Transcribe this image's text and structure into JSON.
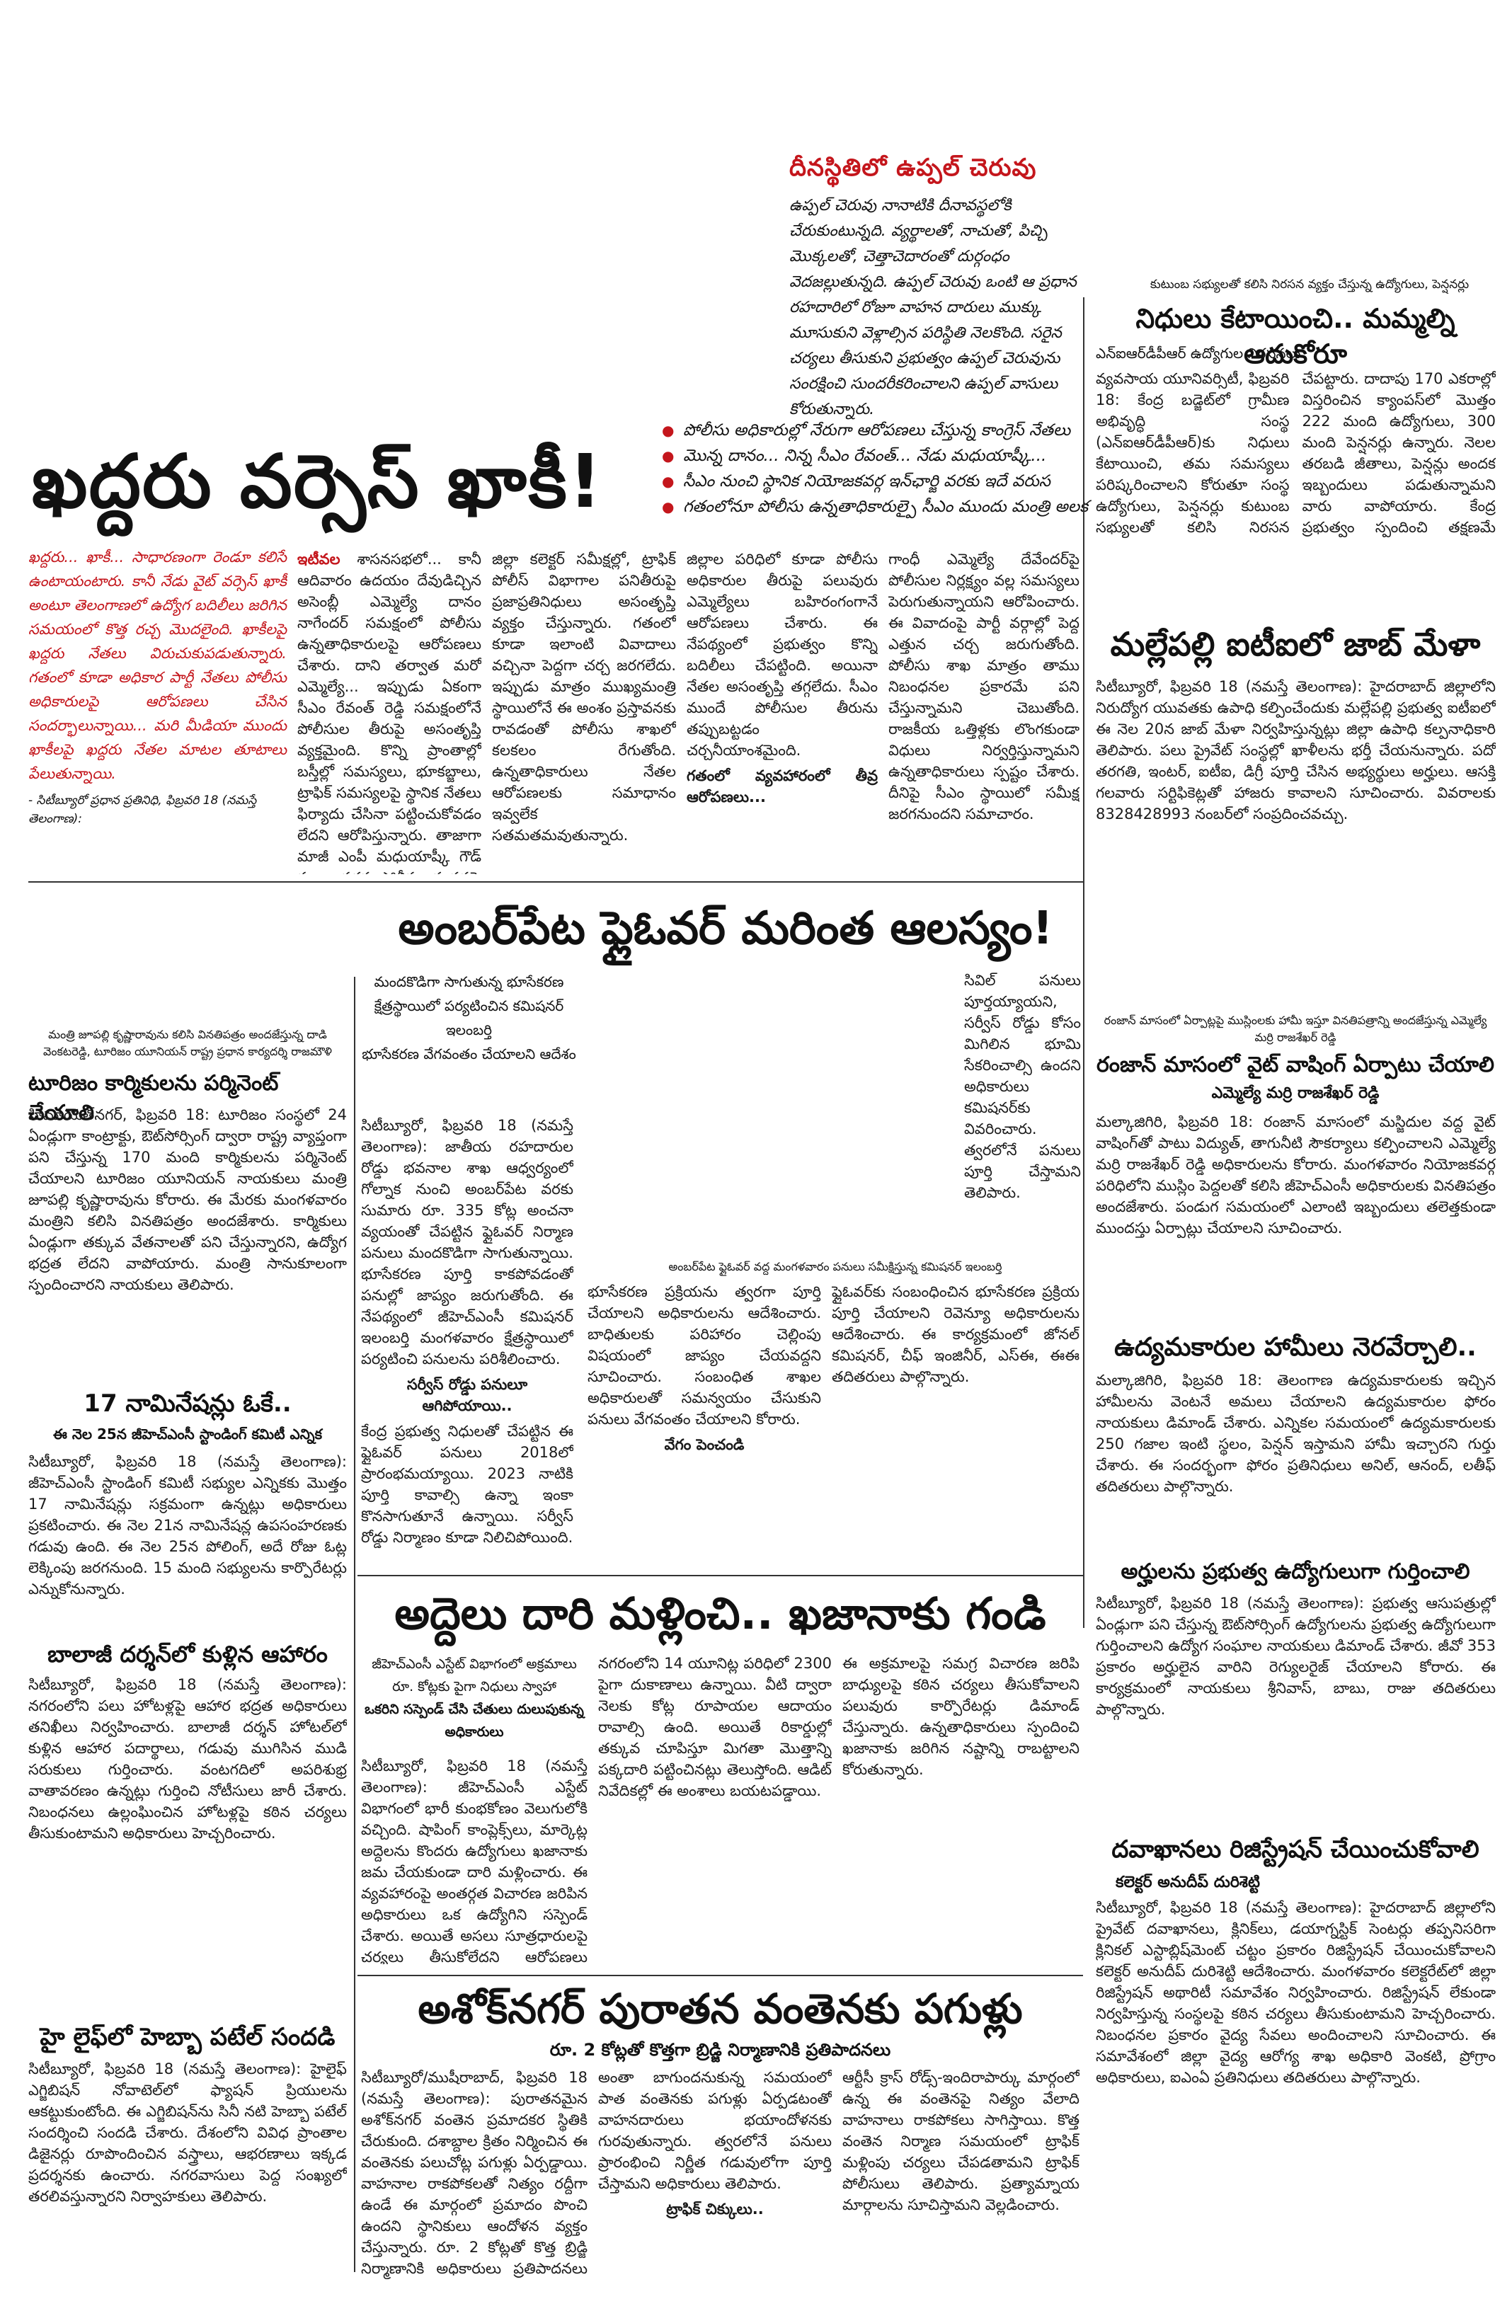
{
  "uppal": {
    "headline": "దీనస్థితిలో ఉప్పల్ చెరువు",
    "body": "ఉప్పల్ చెరువు నానాటికి దీనావస్థలోకి చేరుకుంటున్నది. వ్యర్థాలతో, నాచుతో, పిచ్చి మొక్కలతో, చెత్తాచెదారంతో దుర్గంధం వెదజల్లుతున్నది. ఉప్పల్ చెరువు ఒంటి ఆ ప్రధాన రహదారిలో రోజూ వాహన దారులు ముక్కు మూసుకుని వెళ్లాల్సిన పరిస్థితి నెలకొంది. సరైన చర్యలు తీసుకుని ప్రభుత్వం ఉప్పల్ చెరువును సంరక్షించి సుందరీకరించాలని ఉప్పల్ వాసులు కోరుతున్నారు."
  },
  "khaki": {
    "headline": "ఖద్దరు వర్సెస్ ఖాకీ!",
    "bullets": [
      "పోలీసు అధికారుల్లో నేరుగా ఆరోపణలు చేస్తున్న కాంగ్రెస్ నేతలు",
      "మొన్న దానం... నిన్న సీఎం రేవంత్... నేడు మధుయాష్కీ...",
      "సీఎం నుంచి స్థానిక నియోజకవర్గ ఇన్‌ఛార్జి వరకు ఇదే వరుస",
      "గతంలోనూ పోలీసు ఉన్నతాధికారుల్పై సీఎం ముందు మంత్రి అలక"
    ],
    "intro": "ఖద్దరు... ఖాకీ... సాధారణంగా రెండూ కలిసే ఉంటాయంటారు. కానీ నేడు వైట్ వర్సెస్ ఖాకీ అంటూ తెలంగాణలో ఉద్యోగ బదిలీలు జరిగిన సమయంలో కొత్త రచ్చ మొదలైంది. ఖాకీలపై ఖద్దరు నేతలు విరుచుకుపడుతున్నారు. గతంలో కూడా అధికార పార్టీ నేతలు పోలీసు అధికారులపై ఆరోపణలు చేసిన సందర్భాలున్నాయి... మరి మీడియా ముందు ఖాకీలపై ఖద్దరు నేతల మాటల తూటాలు పేలుతున్నాయి.",
    "dateline": "- సిటీబ్యూరో ప్రధాన ప్రతినిధి, ఫిబ్రవరి 18 (నమస్తే తెలంగాణ):",
    "lead": "ఇటీవల",
    "col1": "శాసనసభలో... కానీ ఆదివారం ఉదయం దేవుడిచ్చిన అసెంబ్లీ ఎమ్మెల్యే దానం నాగేందర్ సమక్షంలో పోలీసు ఉన్నతాధికారులపై ఆరోపణలు చేశారు. దాని తర్వాత మరో ఎమ్మెల్యే... ఇప్పుడు ఏకంగా సీఎం రేవంత్ రెడ్డి సమక్షంలోనే పోలీసుల తీరుపై అసంతృప్తి వ్యక్తమైంది. కొన్ని ప్రాంతాల్లో బస్తీల్లో సమస్యలు, భూకబ్జాలు, ట్రాఫిక్ సమస్యలపై స్థానిక నేతలు ఫిర్యాదు చేసినా పట్టించుకోవడం లేదని ఆరోపిస్తున్నారు. తాజాగా మాజీ ఎంపీ మధుయాష్కీ గౌడ్ కూడా నగర పోలీసు వ్యవస్థపై తీవ్ర వ్యాఖ్యలు చేశారు.",
    "col2": "జిల్లా కలెక్టర్ సమీక్షల్లో, ట్రాఫిక్ పోలీస్ విభాగాల పనితీరుపై ప్రజాప్రతినిధులు అసంతృప్తి వ్యక్తం చేస్తున్నారు. గతంలో కూడా ఇలాంటి వివాదాలు వచ్చినా పెద్దగా చర్చ జరగలేదు. ఇప్పుడు మాత్రం ముఖ్యమంత్రి స్థాయిలోనే ఈ అంశం ప్రస్తావనకు రావడంతో పోలీసు శాఖలో కలకలం రేగుతోంది. ఉన్నతాధికారులు నేతల ఆరోపణలకు సమాధానం ఇవ్వలేక సతమతమవుతున్నారు.",
    "subhead": "గతంలో వ్యవహారంలో తీవ్ర ఆరోపణలు...",
    "col3": "జిల్లాల పరిధిలో కూడా పోలీసు అధికారుల తీరుపై పలువురు ఎమ్మెల్యేలు బహిరంగంగానే ఆరోపణలు చేశారు. ఈ నేపథ్యంలో ప్రభుత్వం కొన్ని బదిలీలు చేపట్టింది. అయినా నేతల అసంతృప్తి తగ్గలేదు. సీఎం ముందే పోలీసుల తీరును తప్పుబట్టడం చర్చనీయాంశమైంది.",
    "col4": "గాంధీ ఎమ్మెల్యే దేవేందర్‌పై పోలీసుల నిర్లక్ష్యం వల్ల సమస్యలు పెరుగుతున్నాయని ఆరోపించారు. ఈ వివాదంపై పార్టీ వర్గాల్లో పెద్ద ఎత్తున చర్చ జరుగుతోంది. పోలీసు శాఖ మాత్రం తాము నిబంధనల ప్రకారమే పని చేస్తున్నామని చెబుతోంది. రాజకీయ ఒత్తిళ్లకు లొంగకుండా విధులు నిర్వర్తిస్తున్నామని ఉన్నతాధికారులు స్పష్టం చేశారు. దీనిపై సీఎం స్థాయిలో సమీక్ష జరగనుందని సమాచారం."
  },
  "funds": {
    "caption": "కుటుంబ సభ్యులతో కలిసి నిరసన వ్యక్తం చేస్తున్న ఉద్యోగులు, పెన్షనర్లు",
    "headline": "నిధులు కేటాయించి.. మమ్మల్ని ఆదుకోరూ",
    "subhead": "ఎన్‌ఐఆర్‌డీపీఆర్ ఉద్యోగుల నిరసనలు",
    "body": "వ్యవసాయ యూనివర్సిటీ, ఫిబ్రవరి 18: కేంద్ర బడ్జెట్‌లో గ్రామీణ అభివృద్ధి సంస్థ (ఎన్‌ఐఆర్‌డీపీఆర్)కు నిధులు కేటాయించి, తమ సమస్యలు పరిష్కరించాలని కోరుతూ సంస్థ ఉద్యోగులు, పెన్షనర్లు కుటుంబ సభ్యులతో కలిసి నిరసన చేపట్టారు. దాదాపు 170 ఎకరాల్లో విస్తరించిన క్యాంపస్‌లో మొత్తం 222 మంది ఉద్యోగులు, 300 మంది పెన్షనర్లు ఉన్నారు. నెలల తరబడి జీతాలు, పెన్షన్లు అందక ఇబ్బందులు పడుతున్నామని వారు వాపోయారు. కేంద్ర ప్రభుత్వం స్పందించి తక్షణమే నిధులు విడుదల చేయాలని డిమాండ్ చేశారు. కార్యక్రమంలో ఉద్యోగ సంఘాల నేతలు పాల్గొన్నారు."
  },
  "iti": {
    "headline": "మల్లేపల్లి ఐటీఐలో జాబ్ మేళా",
    "body": "సిటీబ్యూరో, ఫిబ్రవరి 18 (నమస్తే తెలంగాణ): హైదరాబాద్ జిల్లాలోని నిరుద్యోగ యువతకు ఉపాధి కల్పించేందుకు మల్లేపల్లి ప్రభుత్వ ఐటీఐలో ఈ నెల 20న జాబ్ మేళా నిర్వహిస్తున్నట్లు జిల్లా ఉపాధి కల్పనాధికారి తెలిపారు. పలు ప్రైవేట్ సంస్థల్లో ఖాళీలను భర్తీ చేయనున్నారు. పదో తరగతి, ఇంటర్, ఐటీఐ, డిగ్రీ పూర్తి చేసిన అభ్యర్థులు అర్హులు. ఆసక్తి గలవారు సర్టిఫికెట్లతో హాజరు కావాలని సూచించారు. వివరాలకు 8328428993 నంబర్‌లో సంప్రదించవచ్చు."
  },
  "amberpet": {
    "headline": "అంబర్‌పేట ఫ్లైఓవర్ మరింత ఆలస్యం!",
    "points": [
      "మందకొడిగా సాగుతున్న భూసేకరణ",
      "క్షేత్రస్థాయిలో పర్యటించిన కమిషనర్ ఇలంబర్తి",
      "భూసేకరణ వేగవంతం చేయాలని ఆదేశం"
    ],
    "caption": "అంబర్‌పేట ఫ్లైఓవర్ వద్ద మంగళవారం పనులు సమీక్షిస్తున్న కమిషనర్ ఇలంబర్తి",
    "body1": "సిటీబ్యూరో, ఫిబ్రవరి 18 (నమస్తే తెలంగాణ): జాతీయ రహదారుల రోడ్డు భవనాల శాఖ ఆధ్వర్యంలో గోల్నాక నుంచి అంబర్‌పేట వరకు సుమారు రూ. 335 కోట్ల అంచనా వ్యయంతో చేపట్టిన ఫ్లైఓవర్ నిర్మాణ పనులు మందకొడిగా సాగుతున్నాయి. భూసేకరణ పూర్తి కాకపోవడంతో పనుల్లో జాప్యం జరుగుతోంది. ఈ నేపథ్యంలో జీహెచ్‌ఎంసీ కమిషనర్ ఇలంబర్తి మంగళవారం క్షేత్రస్థాయిలో పర్యటించి పనులను పరిశీలించారు.",
    "subhead1": "సర్వీస్ రోడ్డు పనులూ ఆగిపోయాయి..",
    "body2": "కేంద్ర ప్రభుత్వ నిధులతో చేపట్టిన ఈ ఫ్లైఓవర్ పనులు 2018లో ప్రారంభమయ్యాయి. 2023 నాటికి పూర్తి కావాల్సి ఉన్నా ఇంకా కొనసాగుతూనే ఉన్నాయి. సర్వీస్ రోడ్డు నిర్మాణం కూడా నిలిచిపోయింది.",
    "body3": "భూసేకరణ ప్రక్రియను త్వరగా పూర్తి చేయాలని అధికారులను ఆదేశించారు. బాధితులకు పరిహారం చెల్లింపు విషయంలో జాప్యం చేయవద్దని సూచించారు. సంబంధిత శాఖల అధికారులతో సమన్వయం చేసుకుని పనులు వేగవంతం చేయాలని కోరారు.",
    "subhead2": "వేగం పెంచండి",
    "body4": "ఫ్లైఓవర్‌కు సంబంధించిన భూసేకరణ ప్రక్రియ పూర్తి చేయాలని రెవెన్యూ అధికారులను ఆదేశించారు. ఈ కార్యక్రమంలో జోనల్ కమిషనర్, చీఫ్ ఇంజినీర్, ఎస్‌ఈ, ఈఈ తదితరులు పాల్గొన్నారు.",
    "body5": "సివిల్ పనులు పూర్తయ్యాయని, సర్వీస్ రోడ్డు కోసం మిగిలిన భూమి సేకరించాల్సి ఉందని అధికారులు కమిషనర్‌కు వివరించారు. త్వరలోనే పనులు పూర్తి చేస్తామని తెలిపారు."
  },
  "tourism": {
    "caption": "మంత్రి జూపల్లి కృష్ణారావును కలిసి వినతిపత్రం అందజేస్తున్న దాడి వెంకటరెడ్డి, టూరిజం యూనియన్ రాష్ట్ర ప్రధాన కార్యదర్శి రాజమౌళి",
    "headline": "టూరిజం కార్మికులను పర్మినెంట్ చేయాలి",
    "body": "హిమాయత్‌నగర్, ఫిబ్రవరి 18: టూరిజం సంస్థలో 24 ఏండ్లుగా కాంట్రాక్టు, ఔట్‌సోర్సింగ్ ద్వారా రాష్ట్ర వ్యాప్తంగా పని చేస్తున్న 170 మంది కార్మికులను పర్మినెంట్ చేయాలని టూరిజం యూనియన్ నాయకులు మంత్రి జూపల్లి కృష్ణారావును కోరారు. ఈ మేరకు మంగళవారం మంత్రిని కలిసి వినతిపత్రం అందజేశారు. కార్మికులు ఏండ్లుగా తక్కువ వేతనాలతో పని చేస్తున్నారని, ఉద్యోగ భద్రత లేదని వాపోయారు. మంత్రి సానుకూలంగా స్పందించారని నాయకులు తెలిపారు."
  },
  "nominations": {
    "headline": "17 నామినేషన్లు ఓకే..",
    "subhead": "ఈ నెల 25న జీహెచ్‌ఎంసీ స్టాండింగ్ కమిటీ ఎన్నిక",
    "body": "సిటీబ్యూరో, ఫిబ్రవరి 18 (నమస్తే తెలంగాణ): జీహెచ్‌ఎంసీ స్టాండింగ్ కమిటీ సభ్యుల ఎన్నికకు మొత్తం 17 నామినేషన్లు సక్రమంగా ఉన్నట్లు అధికారులు ప్రకటించారు. ఈ నెల 21న నామినేషన్ల ఉపసంహరణకు గడువు ఉంది. ఈ నెల 25న పోలింగ్, అదే రోజు ఓట్ల లెక్కింపు జరగనుంది. 15 మంది సభ్యులను కార్పొరేటర్లు ఎన్నుకోనున్నారు."
  },
  "balaji": {
    "headline": "బాలాజీ దర్శన్‌లో కుళ్లిన ఆహారం",
    "body": "సిటీబ్యూరో, ఫిబ్రవరి 18 (నమస్తే తెలంగాణ): నగరంలోని పలు హోటళ్లపై ఆహార భద్రత అధికారులు తనిఖీలు నిర్వహించారు. బాలాజీ దర్శన్ హోటల్‌లో కుళ్లిన ఆహార పదార్థాలు, గడువు ముగిసిన ముడి సరుకులు గుర్తించారు. వంటగదిలో అపరిశుభ్ర వాతావరణం ఉన్నట్లు గుర్తించి నోటీసులు జారీ చేశారు. నిబంధనలు ఉల్లంఘించిన హోటళ్లపై కఠిన చర్యలు తీసుకుంటామని అధికారులు హెచ్చరించారు."
  },
  "heba": {
    "headline": "హై లైఫ్‌లో హెబ్బా పటేల్ సందడి",
    "body": "సిటీబ్యూరో, ఫిబ్రవరి 18 (నమస్తే తెలంగాణ): హైలైఫ్ ఎగ్జిబిషన్ నోవాటెల్‌లో ఫ్యాషన్ ప్రియులను ఆకట్టుకుంటోంది. ఈ ఎగ్జిబిషన్‌ను సినీ నటి హెబ్బా పటేల్ సందర్శించి సందడి చేశారు. దేశంలోని వివిధ ప్రాంతాల డిజైనర్లు రూపొందించిన వస్త్రాలు, ఆభరణాలు ఇక్కడ ప్రదర్శనకు ఉంచారు. నగరవాసులు పెద్ద సంఖ్యలో తరలివస్తున్నారని నిర్వాహకులు తెలిపారు."
  },
  "addelu": {
    "headline": "అద్దెలు దారి మళ్లించి.. ఖజానాకు గండి",
    "points": [
      "జీహెచ్‌ఎంసీ ఎస్టేట్ విభాగంలో అక్రమాలు",
      "రూ. కోట్లకు పైగా నిధులు స్వాహా",
      "ఒకరిని సస్పెండ్ చేసి చేతులు దులుపుకున్న అధికారులు"
    ],
    "body": "సిటీబ్యూరో, ఫిబ్రవరి 18 (నమస్తే తెలంగాణ): జీహెచ్‌ఎంసీ ఎస్టేట్ విభాగంలో భారీ కుంభకోణం వెలుగులోకి వచ్చింది. షాపింగ్ కాంప్లెక్స్‌లు, మార్కెట్ల అద్దెలను కొందరు ఉద్యోగులు ఖజానాకు జమ చేయకుండా దారి మళ్లించారు. ఈ వ్యవహారంపై అంతర్గత విచారణ జరిపిన అధికారులు ఒక ఉద్యోగిని సస్పెండ్ చేశారు. అయితే అసలు సూత్రధారులపై చర్యలు తీసుకోలేదని ఆరోపణలు వినిపిస్తున్నాయి.",
    "body2": "నగరంలోని 14 యూనిట్ల పరిధిలో 2300 పైగా దుకాణాలు ఉన్నాయి. వీటి ద్వారా నెలకు కోట్ల రూపాయల ఆదాయం రావాల్సి ఉంది. అయితే రికార్డుల్లో తక్కువ చూపిస్తూ మిగతా మొత్తాన్ని పక్కదారి పట్టించినట్లు తెలుస్తోంది. ఆడిట్ నివేదికల్లో ఈ అంశాలు బయటపడ్డాయి.",
    "body3": "ఈ అక్రమాలపై సమగ్ర విచారణ జరిపి బాధ్యులపై కఠిన చర్యలు తీసుకోవాలని పలువురు కార్పొరేటర్లు డిమాండ్ చేస్తున్నారు. ఉన్నతాధికారులు స్పందించి ఖజానాకు జరిగిన నష్టాన్ని రాబట్టాలని కోరుతున్నారు."
  },
  "ashok": {
    "headline": "అశోక్‌నగర్ పురాతన వంతెనకు పగుళ్లు",
    "subhead": "రూ. 2 కోట్లతో కొత్తగా బ్రిడ్జి నిర్మాణానికి ప్రతిపాదనలు",
    "body": "సిటీబ్యూరో/ముషీరాబాద్, ఫిబ్రవరి 18 (నమస్తే తెలంగాణ): పురాతనమైన అశోక్‌నగర్ వంతెన ప్రమాదకర స్థితికి చేరుకుంది. దశాబ్దాల క్రితం నిర్మించిన ఈ వంతెనకు పలుచోట్ల పగుళ్లు ఏర్పడ్డాయి. వాహనాల రాకపోకలతో నిత్యం రద్దీగా ఉండే ఈ మార్గంలో ప్రమాదం పొంచి ఉందని స్థానికులు ఆందోళన వ్యక్తం చేస్తున్నారు. రూ. 2 కోట్లతో కొత్త బ్రిడ్జి నిర్మాణానికి అధికారులు ప్రతిపాదనలు సిద్ధం చేశారు.",
    "body2": "అంతా బాగుందనుకున్న సమయంలో పాత వంతెనకు పగుళ్లు ఏర్పడటంతో వాహనదారులు భయాందోళనకు గురవుతున్నారు. త్వరలోనే పనులు ప్రారంభించి నిర్ణీత గడువులోగా పూర్తి చేస్తామని అధికారులు తెలిపారు.",
    "subhead2": "ట్రాఫిక్ చిక్కులు..",
    "body3": "ఆర్టీసీ క్రాస్ రోడ్స్-ఇందిరాపార్కు మార్గంలో ఉన్న ఈ వంతెనపై నిత్యం వేలాది వాహనాలు రాకపోకలు సాగిస్తాయి. కొత్త వంతెన నిర్మాణ సమయంలో ట్రాఫిక్ మళ్లింపు చర్యలు చేపడతామని ట్రాఫిక్ పోలీసులు తెలిపారు. ప్రత్యామ్నాయ మార్గాలను సూచిస్తామని వెల్లడించారు."
  },
  "ranjan": {
    "caption": "రంజాన్ మాసంలో ఏర్పాట్లపై ముస్లింలకు హామీ ఇస్తూ వినతిపత్రాన్ని అందజేస్తున్న ఎమ్మెల్యే మర్రి రాజశేఖర్ రెడ్డి",
    "headline": "రంజాన్ మాసంలో వైట్ వాషింగ్ ఏర్పాటు చేయాలి",
    "subhead": "ఎమ్మెల్యే మర్రి రాజశేఖర్ రెడ్డి",
    "body": "మల్కాజిగిరి, ఫిబ్రవరి 18: రంజాన్ మాసంలో మస్జిదుల వద్ద వైట్ వాషింగ్‌తో పాటు విద్యుత్, తాగునీటి సౌకర్యాలు కల్పించాలని ఎమ్మెల్యే మర్రి రాజశేఖర్ రెడ్డి అధికారులను కోరారు. మంగళవారం నియోజకవర్గ పరిధిలోని ముస్లిం పెద్దలతో కలిసి జీహెచ్‌ఎంసీ అధికారులకు వినతిపత్రం అందజేశారు. పండుగ సమయంలో ఎలాంటి ఇబ్బందులు తలెత్తకుండా ముందస్తు ఏర్పాట్లు చేయాలని సూచించారు."
  },
  "udyama": {
    "headline": "ఉద్యమకారుల హామీలు నెరవేర్చాలి..",
    "body": "మల్కాజిగిరి, ఫిబ్రవరి 18: తెలంగాణ ఉద్యమకారులకు ఇచ్చిన హామీలను వెంటనే అమలు చేయాలని ఉద్యమకారుల ఫోరం నాయకులు డిమాండ్ చేశారు. ఎన్నికల సమయంలో ఉద్యమకారులకు 250 గజాల ఇంటి స్థలం, పెన్షన్ ఇస్తామని హామీ ఇచ్చారని గుర్తు చేశారు. ఈ సందర్భంగా ఫోరం ప్రతినిధులు అనిల్, ఆనంద్, లతీఫ్ తదితరులు పాల్గొన్నారు."
  },
  "arhulu": {
    "headline": "అర్హులను ప్రభుత్వ ఉద్యోగులుగా గుర్తించాలి",
    "body": "సిటీబ్యూరో, ఫిబ్రవరి 18 (నమస్తే తెలంగాణ): ప్రభుత్వ ఆసుపత్రుల్లో ఏండ్లుగా పని చేస్తున్న ఔట్‌సోర్సింగ్ ఉద్యోగులను ప్రభుత్వ ఉద్యోగులుగా గుర్తించాలని ఉద్యోగ సంఘాల నాయకులు డిమాండ్ చేశారు. జీవో 353 ప్రకారం అర్హులైన వారిని రెగ్యులరైజ్ చేయాలని కోరారు. ఈ కార్యక్రమంలో నాయకులు శ్రీనివాస్, బాబు, రాజు తదితరులు పాల్గొన్నారు."
  },
  "hospitals": {
    "headline": "దవాఖానలు రిజిస్ట్రేషన్ చేయించుకోవాలి",
    "subhead": "కలెక్టర్ అనుదీప్ దురిశెట్టి",
    "body": "సిటీబ్యూరో, ఫిబ్రవరి 18 (నమస్తే తెలంగాణ): హైదరాబాద్ జిల్లాలోని ప్రైవేట్ దవాఖానలు, క్లినిక్‌లు, డయాగ్నస్టిక్ సెంటర్లు తప్పనిసరిగా క్లినికల్ ఎస్టాబ్లిష్‌మెంట్ చట్టం ప్రకారం రిజిస్ట్రేషన్ చేయించుకోవాలని కలెక్టర్ అనుదీప్ దురిశెట్టి ఆదేశించారు. మంగళవారం కలెక్టరేట్‌లో జిల్లా రిజిస్ట్రేషన్ అథారిటీ సమావేశం నిర్వహించారు. రిజిస్ట్రేషన్ లేకుండా నిర్వహిస్తున్న సంస్థలపై కఠిన చర్యలు తీసుకుంటామని హెచ్చరించారు. నిబంధనల ప్రకారం వైద్య సేవలు అందించాలని సూచించారు. ఈ సమావేశంలో జిల్లా వైద్య ఆరోగ్య శాఖ అధికారి వెంకటి, ప్రోగ్రాం అధికారులు, ఐఎంఏ ప్రతినిధులు తదితరులు పాల్గొన్నారు."
  }
}
